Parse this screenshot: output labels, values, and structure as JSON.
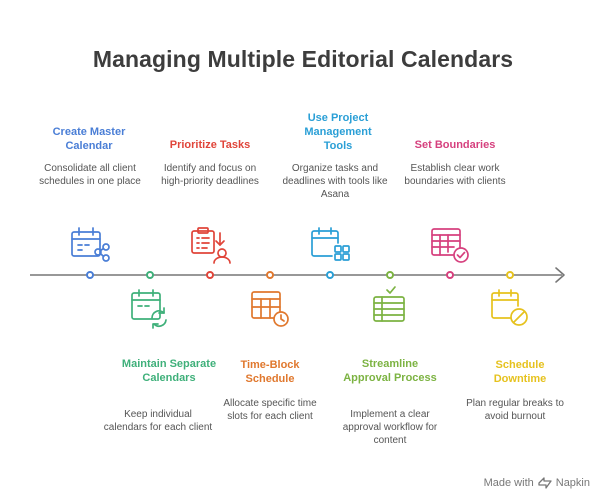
{
  "title": "Managing Multiple Editorial Calendars",
  "steps": [
    {
      "title": "Create Master Calendar",
      "description": "Consolidate all client schedules in one place",
      "color": "#4a7ed6",
      "icon": "calendar-share-icon"
    },
    {
      "title": "Maintain Separate Calendars",
      "description": "Keep individual calendars for each client",
      "color": "#3fb07a",
      "icon": "calendar-sync-icon"
    },
    {
      "title": "Prioritize Tasks",
      "description": "Identify and focus on high-priority deadlines",
      "color": "#e0453a",
      "icon": "task-priority-icon"
    },
    {
      "title": "Time-Block Schedule",
      "description": "Allocate specific time slots for each client",
      "color": "#e0782e",
      "icon": "calendar-clock-icon"
    },
    {
      "title": "Use Project Management Tools",
      "description": "Organize tasks and deadlines with tools like Asana",
      "color": "#2a9fd6",
      "icon": "calendar-apps-icon"
    },
    {
      "title": "Streamline Approval Process",
      "description": "Implement a clear approval workflow for content",
      "color": "#7cb342",
      "icon": "approval-list-icon"
    },
    {
      "title": "Set Boundaries",
      "description": "Establish clear work boundaries with clients",
      "color": "#d6407e",
      "icon": "calendar-check-icon"
    },
    {
      "title": "Schedule Downtime",
      "description": "Plan regular breaks to avoid burnout",
      "color": "#e6c21e",
      "icon": "calendar-block-icon"
    }
  ],
  "footer": {
    "made_with": "Made with",
    "brand": "Napkin"
  }
}
